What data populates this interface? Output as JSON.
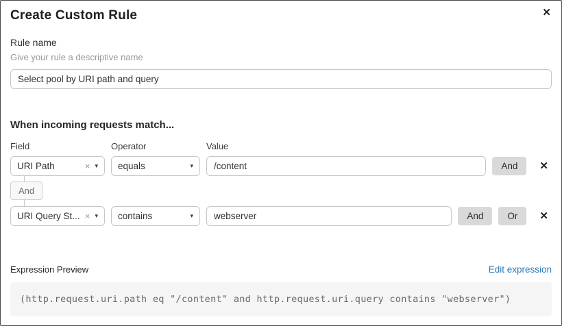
{
  "dialog": {
    "title": "Create Custom Rule"
  },
  "icons": {
    "close": "✕",
    "remove": "✕",
    "clear": "×",
    "caret": "▾"
  },
  "rule_name": {
    "label": "Rule name",
    "helper": "Give your rule a descriptive name",
    "value": "Select pool by URI path and query"
  },
  "matcher": {
    "heading": "When incoming requests match...",
    "labels": {
      "field": "Field",
      "operator": "Operator",
      "value": "Value"
    },
    "join_label": "And",
    "rows": [
      {
        "field": "URI Path",
        "operator": "equals",
        "value": "/content",
        "and_label": "And"
      },
      {
        "field": "URI Query St...",
        "operator": "contains",
        "value": "webserver",
        "and_label": "And",
        "or_label": "Or"
      }
    ]
  },
  "expression": {
    "label": "Expression Preview",
    "edit_link": "Edit expression",
    "code": "(http.request.uri.path eq \"/content\" and http.request.uri.query contains \"webserver\")"
  },
  "colors": {
    "link": "#2c7bb8",
    "join_button_bg": "#d9d9d9",
    "code_bg": "#f5f5f5",
    "input_border": "#c6c6c6"
  }
}
